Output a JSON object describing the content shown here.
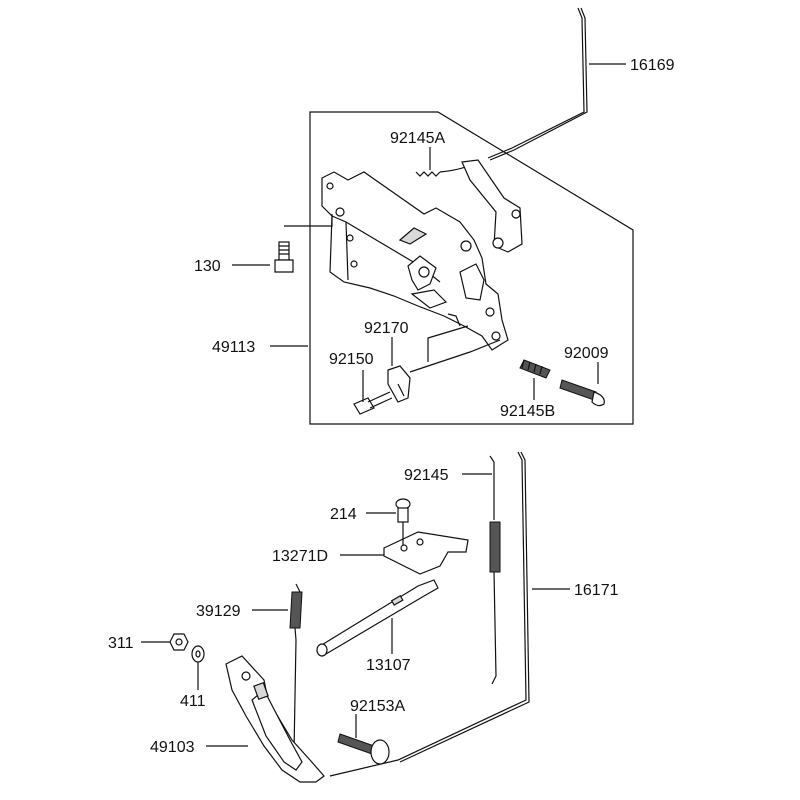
{
  "labels": {
    "p16169": "16169",
    "p92145A": "92145A",
    "p130": "130",
    "p49113": "49113",
    "p92170": "92170",
    "p92150": "92150",
    "p92009": "92009",
    "p92145B": "92145B",
    "p92145": "92145",
    "p214": "214",
    "p13271D": "13271D",
    "p16171": "16171",
    "p39129": "39129",
    "p311": "311",
    "p13107": "13107",
    "p411": "411",
    "p92153A": "92153A",
    "p49103": "49103"
  },
  "colors": {
    "line": "#111111",
    "background": "#ffffff"
  }
}
